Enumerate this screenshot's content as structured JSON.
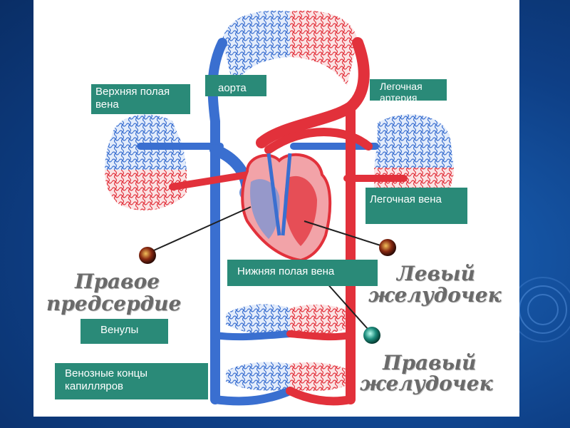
{
  "labels": {
    "superior_vena_cava": "Верхняя полая вена",
    "aorta": "аорта",
    "pulmonary_artery": "Легочная артерия",
    "pulmonary_vein": "Легочная вена",
    "inferior_vena_cava": "Нижняя полая вена",
    "venules": "Венулы",
    "venous_capillary_ends": "Венозные концы капилляров"
  },
  "diagram_text": {
    "right_atrium_line1": "Правое",
    "right_atrium_line2": "предсердие",
    "left_ventricle_line1": "Левый",
    "left_ventricle_line2": "желудочек",
    "right_ventricle_line1": "Правый",
    "right_ventricle_line2": "желудочек"
  },
  "colors": {
    "label_box": "#2a8a78",
    "arterial": "#e2313b",
    "venous": "#3a6fd0",
    "background": "#0e3f86"
  }
}
